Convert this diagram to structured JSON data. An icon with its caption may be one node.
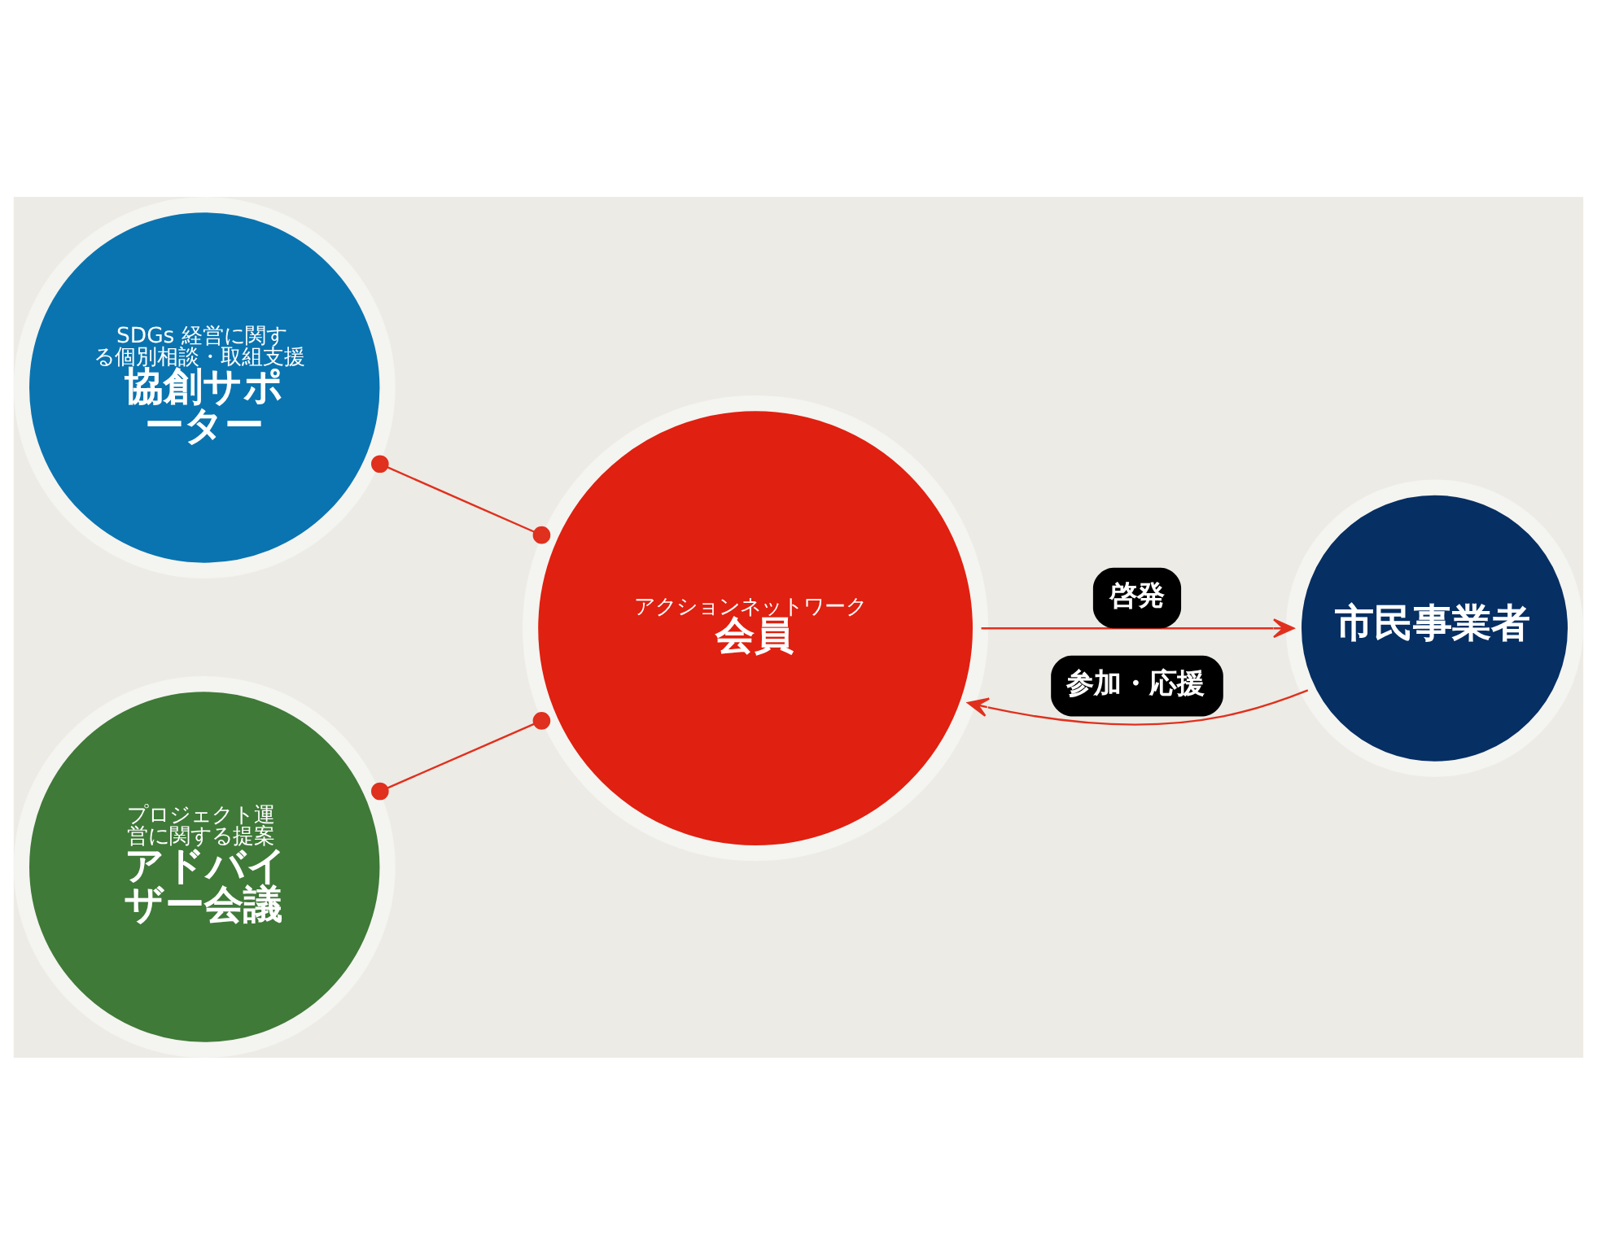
{
  "diagram": {
    "nodes": [
      {
        "text": [
          "SDGs 経営に関する個別相談・取組支援",
          "協創サポーター"
        ]
      },
      {
        "text": [
          "プロジェクト運営に関する提案",
          "アドバイザー会議"
        ]
      },
      {
        "text": [
          "アクションネットワーク",
          "会員"
        ]
      },
      {
        "text": [
          "市民事業者"
        ]
      }
    ],
    "edges": [
      {
        "from": 0,
        "to": 2,
        "arrow": "other"
      },
      {
        "from": 1,
        "to": 2,
        "arrow": "other"
      },
      {
        "from": 2,
        "to": 3,
        "arrow": "to",
        "label": "啓発"
      },
      {
        "from": 3,
        "to": 2,
        "arrow": "to",
        "label": "参加・応援"
      }
    ]
  }
}
